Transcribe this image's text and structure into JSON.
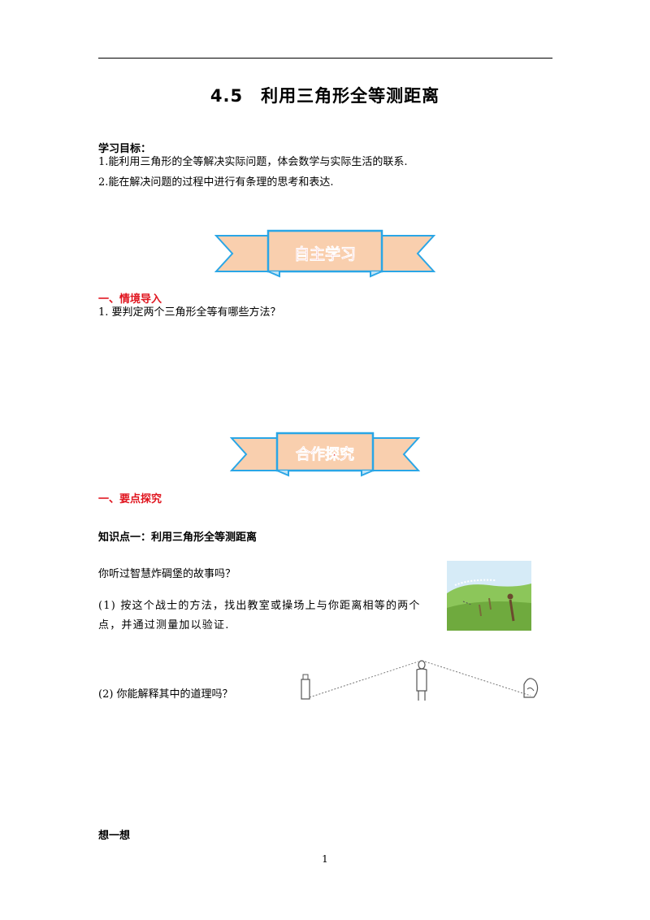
{
  "title": "4.5　利用三角形全等测距离",
  "goals": {
    "heading": "学习目标：",
    "items": [
      "1.能利用三角形的全等解决实际问题，体会数学与实际生活的联系.",
      "2.能在解决问题的过程中进行有条理的思考和表达."
    ]
  },
  "banner1": {
    "label": "自主学习"
  },
  "section1": {
    "heading": "一、情境导入",
    "question": "1. 要判定两个三角形全等有哪些方法？"
  },
  "banner2": {
    "label": "合作探究"
  },
  "section2": {
    "heading": "一、要点探究",
    "knowledge_point": "知识点一：利用三角形全等测距离",
    "story_question": "你听过智慧炸碉堡的故事吗？",
    "q1_line1": "(1) 按这个战士的方法，找出教室或操场上与你距离相等的两个",
    "q1_line2": "点，并通过测量加以验证.",
    "q2": "(2) 你能解释其中的道理吗？"
  },
  "think": "想一想",
  "page_number": "1",
  "colors": {
    "banner_fill": "#f9cfae",
    "banner_border": "#2aa6e6",
    "banner_text": "#e0141e",
    "heading_red": "#e0141e",
    "sky": "#cfe6f6",
    "grass": "#7ab648"
  }
}
